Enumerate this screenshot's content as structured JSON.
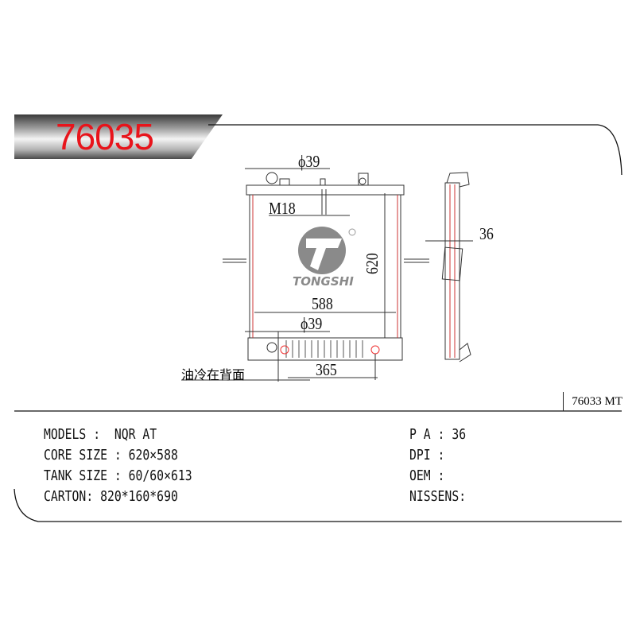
{
  "header": {
    "model_number": "76035",
    "brand": "TONGSHI"
  },
  "drawing": {
    "dims": {
      "inlet_diameter": "ϕ39",
      "thread": "M18",
      "core_height": "620",
      "core_width": "588",
      "outlet_diameter": "ϕ39",
      "outlet_spacing": "365",
      "oil_cooler_note": "油冷在背面",
      "thickness": "36"
    },
    "reference": "76033 MT"
  },
  "specs": {
    "left": [
      {
        "label": "MODELS :  NQR AT"
      },
      {
        "label": "CORE SIZE : 620×588"
      },
      {
        "label": "TANK SIZE : 60/60×613"
      },
      {
        "label": "CARTON: 820*160*690"
      }
    ],
    "right": [
      {
        "label": "P A : 36"
      },
      {
        "label": "DPI :"
      },
      {
        "label": "OEM :"
      },
      {
        "label": "NISSENS:"
      }
    ]
  },
  "colors": {
    "model_number": "#e8141b"
  }
}
